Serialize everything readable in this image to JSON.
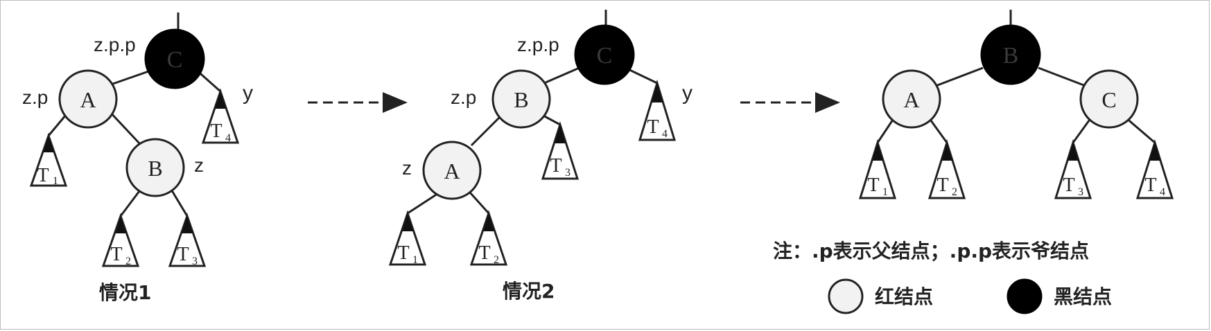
{
  "colors": {
    "red_node_fill": "#f2f2f2",
    "black_node_fill": "#000000",
    "black_node_text": "#3a3a3a",
    "stroke": "#222222"
  },
  "diagram": {
    "case1": {
      "caption": "情况1",
      "nodes": {
        "zpp": {
          "text": "C",
          "color": "black"
        },
        "zp": {
          "text": "A",
          "color": "red"
        },
        "z": {
          "text": "B",
          "color": "red"
        }
      },
      "labels": {
        "zpp": "z.p.p",
        "zp": "z.p",
        "z": "z",
        "y": "y"
      },
      "subtrees": [
        "T",
        "T",
        "T",
        "T"
      ],
      "subscripts": [
        "1",
        "2",
        "3",
        "4"
      ]
    },
    "case2": {
      "caption": "情况2",
      "nodes": {
        "zpp": {
          "text": "C",
          "color": "black"
        },
        "zp": {
          "text": "B",
          "color": "red"
        },
        "z": {
          "text": "A",
          "color": "red"
        }
      },
      "labels": {
        "zpp": "z.p.p",
        "zp": "z.p",
        "z": "z",
        "y": "y"
      },
      "subtrees": [
        "T",
        "T",
        "T",
        "T"
      ],
      "subscripts": [
        "1",
        "2",
        "3",
        "4"
      ]
    },
    "result": {
      "nodes": {
        "root": {
          "text": "B",
          "color": "black"
        },
        "left": {
          "text": "A",
          "color": "red"
        },
        "right": {
          "text": "C",
          "color": "red"
        }
      },
      "subtrees": [
        "T",
        "T",
        "T",
        "T"
      ],
      "subscripts": [
        "1",
        "2",
        "3",
        "4"
      ]
    }
  },
  "note": "注：.p表示父结点；.p.p表示爷结点",
  "legend": {
    "red_label": "红结点",
    "black_label": "黑结点"
  }
}
